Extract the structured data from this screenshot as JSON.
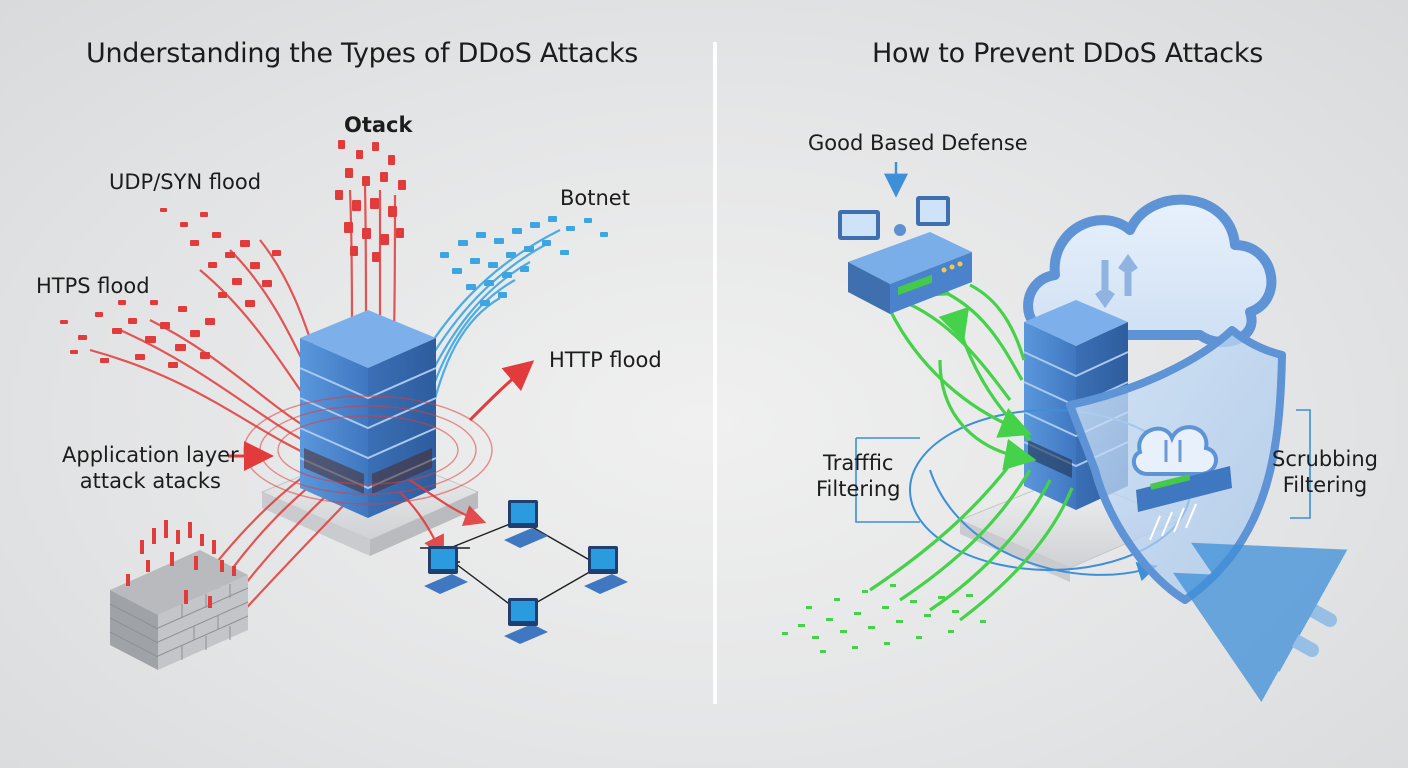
{
  "left": {
    "title": "Understanding the Types of DDoS Attacks",
    "labels": {
      "otack": "Otack",
      "udp_syn_flood": "UDP/SYN flood",
      "botnet": "Botnet",
      "htps_flood": "HTPS flood",
      "http_flood": "HTTP flood",
      "application_layer_line1": "Application layer",
      "application_layer_line2": "attack atacks"
    }
  },
  "right": {
    "title": "How to Prevent DDoS Attacks",
    "labels": {
      "good_based_defense": "Good Based Defense",
      "traffic_line1": "Trafffic",
      "traffic_line2": "Filtering",
      "scrubbing_line1": "Scrubbing",
      "scrubbing_line2": "Filtering"
    }
  },
  "colors": {
    "attack_red": "#e23b3b",
    "botnet_blue": "#3da6e0",
    "server_blue": "#4a86cf",
    "clean_green": "#45d24a",
    "shield_blue": "#6a9fdc",
    "divider": "#ffffff"
  }
}
